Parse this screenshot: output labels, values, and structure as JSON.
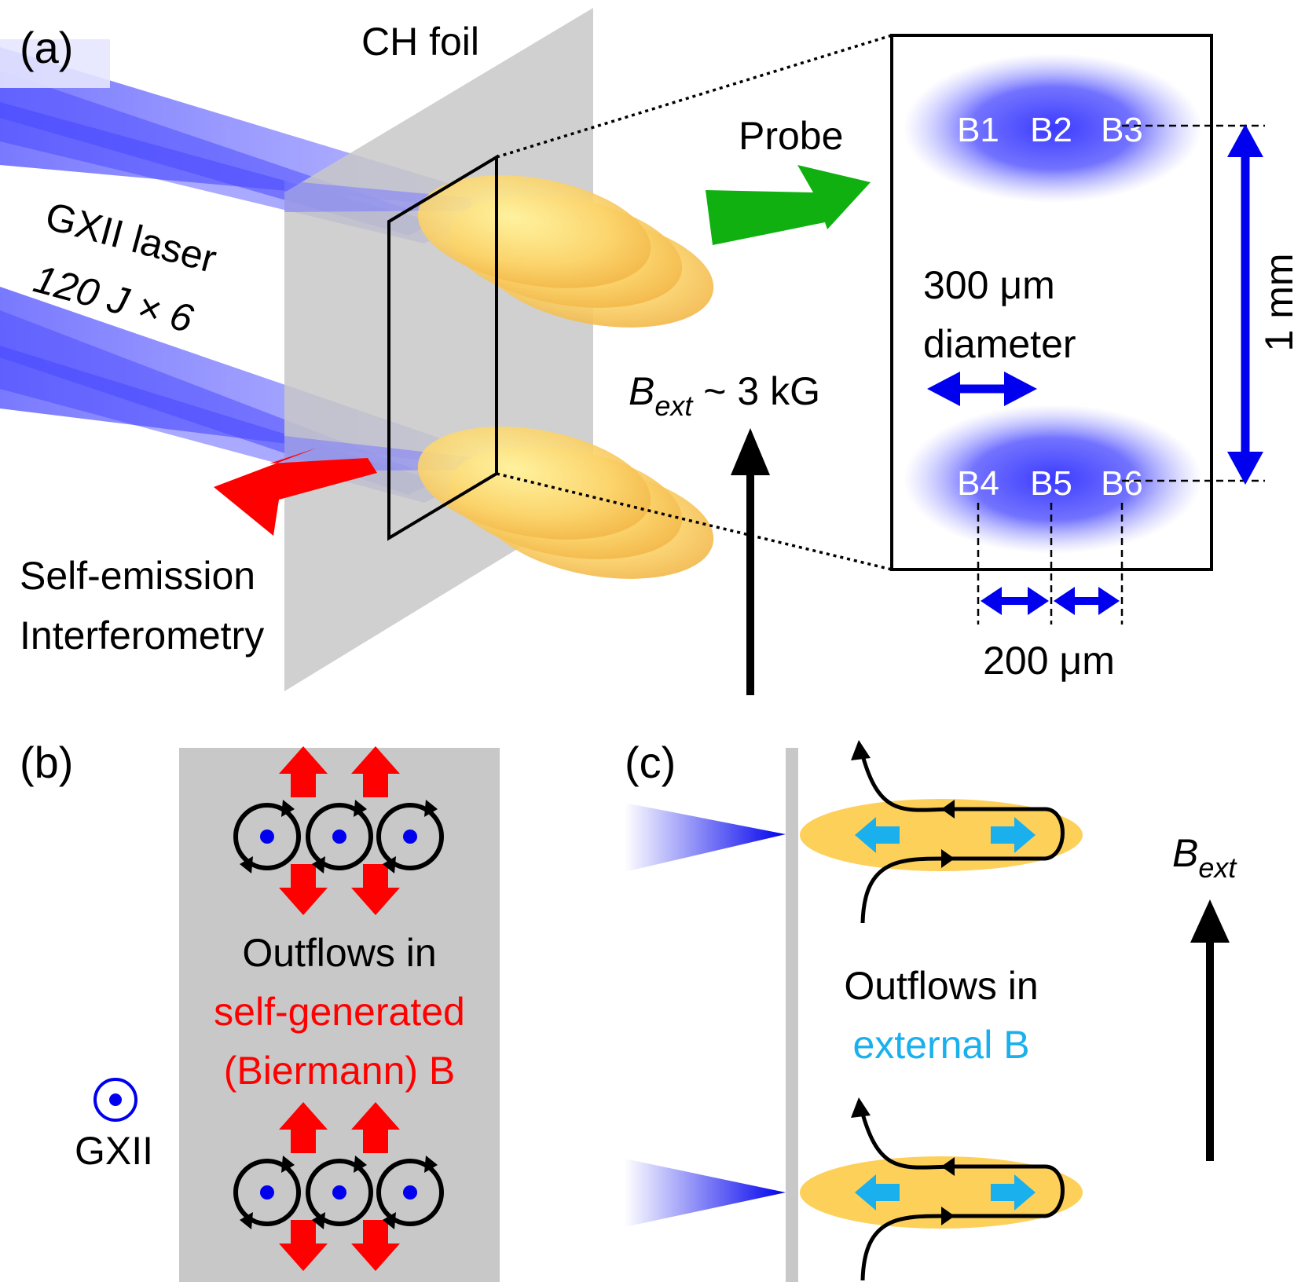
{
  "panel_labels": {
    "a": "(a)",
    "b": "(b)",
    "c": "(c)"
  },
  "panel_a": {
    "foil_label": "CH foil",
    "laser_label_line1": "GXII laser",
    "laser_label_line2": "120 J × 6",
    "diagnostics_line1": "Self-emission",
    "diagnostics_line2": "Interferometry",
    "probe_label": "Probe",
    "bext_symbol": "B",
    "bext_subscript": "ext",
    "bext_value": " ~ 3 kG",
    "beams": [
      "B1",
      "B2",
      "B3",
      "B4",
      "B5",
      "B6"
    ],
    "spot_size_line1": "300 μm",
    "spot_size_line2": "diameter",
    "vertical_dim": "1 mm",
    "horizontal_dim": "200 μm"
  },
  "panel_b": {
    "title_line1": "Outflows in",
    "title_line2": "self-generated",
    "title_line3": "(Biermann) B",
    "gxii_label": "GXII"
  },
  "panel_c": {
    "title_line1": "Outflows in",
    "title_line2": "external B",
    "bext_symbol": "B",
    "bext_subscript": "ext"
  },
  "colors": {
    "laser_blue": "#1a1aff",
    "biermann_red": "#ff0000",
    "external_cyan": "#1ab0ee",
    "plasma_yellow": "#fdd05a",
    "probe_green": "#10b010",
    "foil_gray": "#c8c8c8"
  }
}
